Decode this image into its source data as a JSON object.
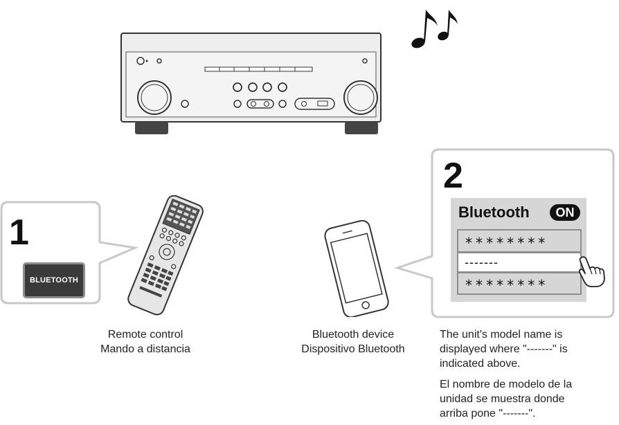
{
  "step1": {
    "number": "1",
    "button_label": "BLUETOOTH"
  },
  "step2": {
    "number": "2",
    "screen_title": "Bluetooth",
    "on_badge": "ON",
    "rows": [
      "********",
      "-------",
      "********"
    ]
  },
  "captions": {
    "remote_en": "Remote control",
    "remote_es": "Mando a distancia",
    "device_en": "Bluetooth device",
    "device_es": "Dispositivo Bluetooth"
  },
  "notes": {
    "en": [
      "The unit's model name is",
      "displayed where \"-------\" is",
      "indicated above."
    ],
    "es": [
      "El nombre de modelo de la",
      "unidad se muestra donde",
      "arriba pone \"-------\"."
    ]
  },
  "icons": {
    "music": "music-notes-icon",
    "hand": "pointing-hand-icon"
  }
}
